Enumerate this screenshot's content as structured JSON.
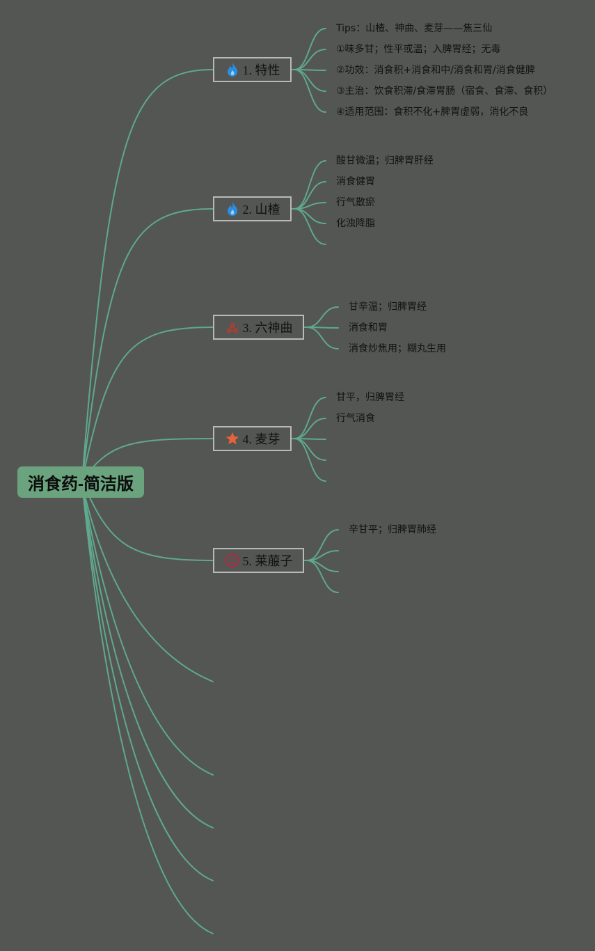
{
  "root": {
    "title": "消食药-简洁版"
  },
  "topics": [
    {
      "label": "1. 特性",
      "icon": "flame-icon",
      "icon_color": "#2a8ee0",
      "leaves": [
        "Tips：山楂、神曲、麦芽——焦三仙",
        "①味多甘；性平或温；入脾胃经；无毒",
        "②功效：消食积+消食和中/消食和胃/消食健脾",
        "③主治：饮食积滞/食滞胃肠（宿食、食滞、食积）",
        "④适用范围：食积不化+脾胃虚弱，消化不良"
      ]
    },
    {
      "label": "2. 山楂",
      "icon": "flame-icon",
      "icon_color": "#2a8ee0",
      "leaves": [
        "酸甘微温；归脾胃肝经",
        "消食健胃",
        "行气散瘀",
        "化浊降脂",
        ""
      ]
    },
    {
      "label": "3. 六神曲",
      "icon": "tripod-icon",
      "icon_color": "#c0392b",
      "leaves": [
        "甘辛温；归脾胃经",
        "消食和胃",
        "消食炒焦用；糊丸生用"
      ]
    },
    {
      "label": "4. 麦芽",
      "icon": "star-icon",
      "icon_color": "#e8623a",
      "leaves": [
        "甘平，归脾胃经",
        "行气消食",
        "",
        "",
        ""
      ]
    },
    {
      "label": "5. 莱菔子",
      "icon": "smiley-icon",
      "icon_color": "#b5263c",
      "leaves": [
        "辛甘平；归脾胃肺经",
        "",
        "",
        ""
      ]
    }
  ],
  "colors": {
    "background": "#545653",
    "connector": "#5fa98c",
    "root_fill": "#6aa37e",
    "topic_border": "#b9b9b9"
  }
}
